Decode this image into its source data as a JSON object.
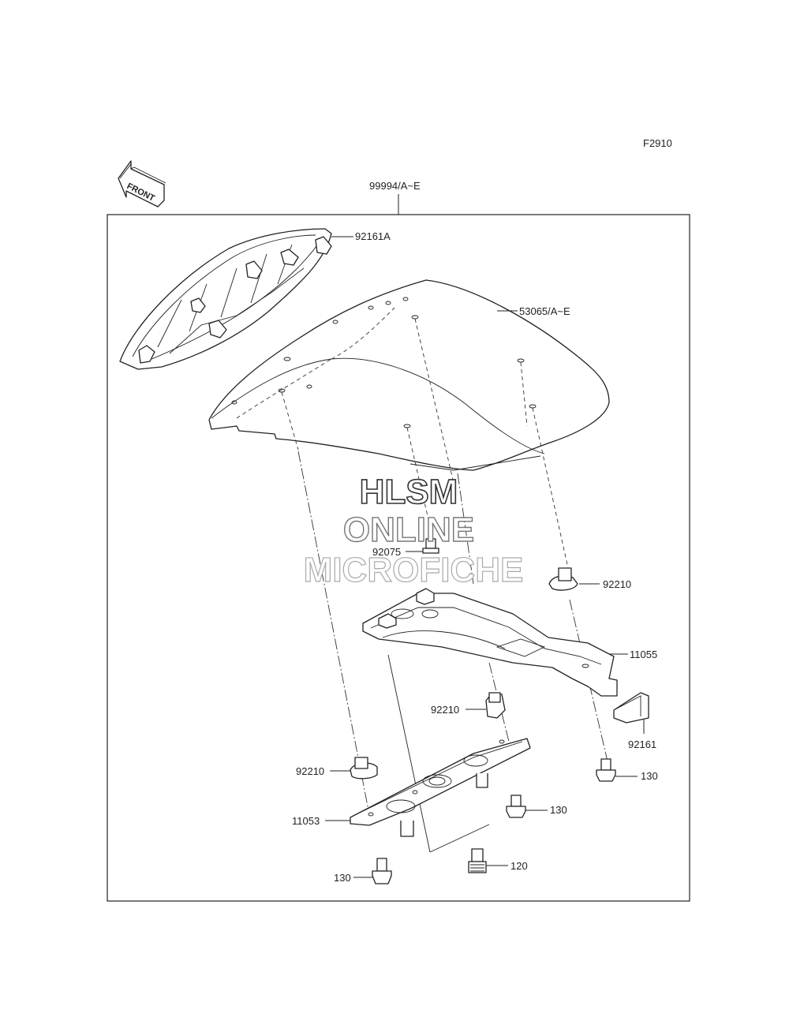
{
  "diagram": {
    "figure_code": "F2910",
    "front_label": "FRONT",
    "assembly_label": "99994/A~E",
    "parts": [
      {
        "id": "p-92161a",
        "label": "92161A"
      },
      {
        "id": "p-53065",
        "label": "53065/A~E"
      },
      {
        "id": "p-92075",
        "label": "92075"
      },
      {
        "id": "p-92210-a",
        "label": "92210"
      },
      {
        "id": "p-11055",
        "label": "11055"
      },
      {
        "id": "p-92210-b",
        "label": "92210"
      },
      {
        "id": "p-92161",
        "label": "92161"
      },
      {
        "id": "p-92210-c",
        "label": "92210"
      },
      {
        "id": "p-130-a",
        "label": "130"
      },
      {
        "id": "p-130-b",
        "label": "130"
      },
      {
        "id": "p-11053",
        "label": "11053"
      },
      {
        "id": "p-120",
        "label": "120"
      },
      {
        "id": "p-130-c",
        "label": "130"
      }
    ]
  },
  "watermark": {
    "line1": "HLSM",
    "line2": "ONLINE",
    "line3": "MICROFICHE"
  }
}
